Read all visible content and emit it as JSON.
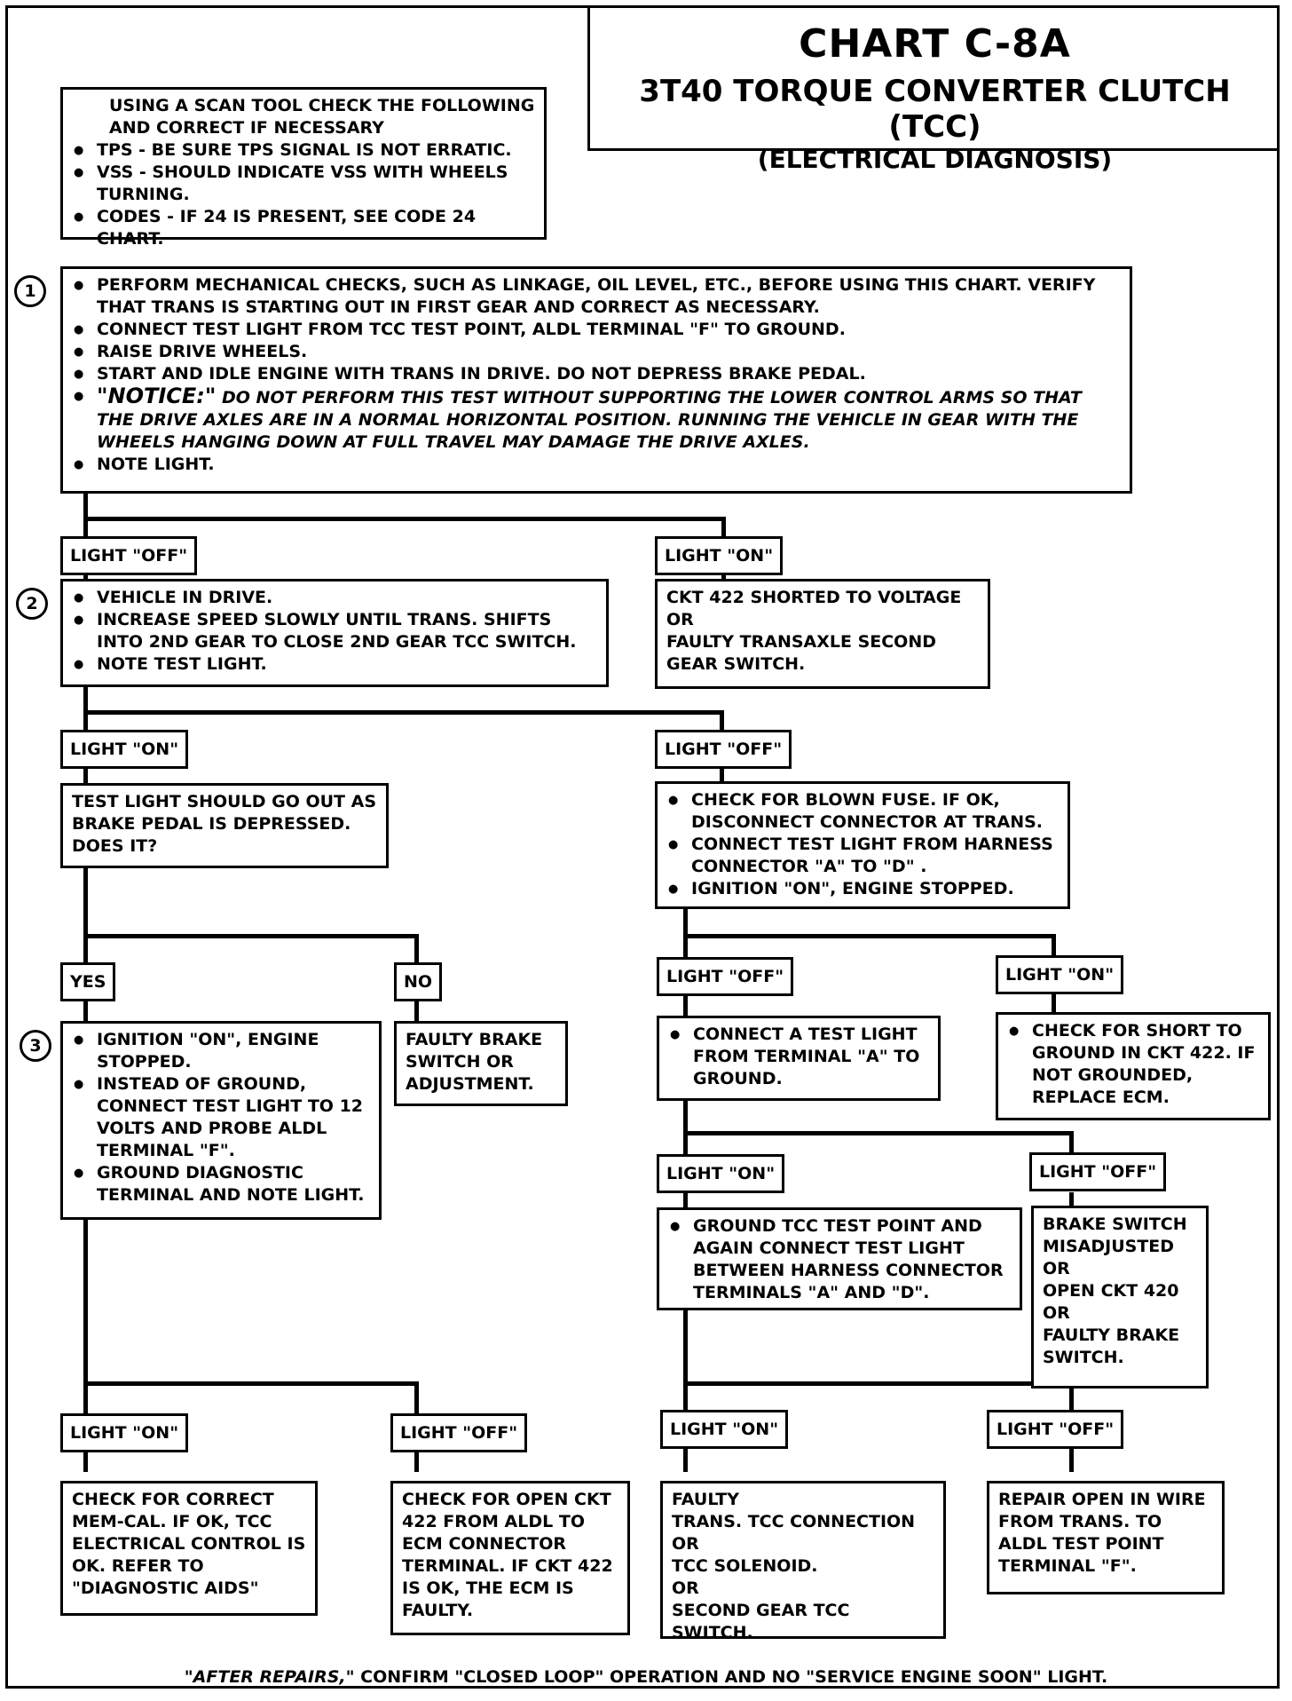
{
  "title": {
    "chart": "CHART C-8A",
    "line1": "3T40 TORQUE CONVERTER CLUTCH (TCC)",
    "line2": "(ELECTRICAL DIAGNOSIS)"
  },
  "intro": {
    "header": "USING A SCAN TOOL CHECK THE FOLLOWING AND CORRECT IF NECESSARY",
    "items": [
      "TPS - BE SURE TPS SIGNAL IS NOT ERRATIC.",
      "VSS - SHOULD INDICATE VSS WITH WHEELS TURNING.",
      "CODES - IF 24 IS PRESENT, SEE CODE 24 CHART."
    ]
  },
  "step1": {
    "num": "1",
    "items": [
      "PERFORM MECHANICAL CHECKS, SUCH AS LINKAGE, OIL LEVEL, ETC., BEFORE USING THIS CHART.  VERIFY THAT TRANS IS STARTING OUT IN FIRST GEAR AND CORRECT AS NECESSARY.",
      "CONNECT TEST LIGHT FROM TCC TEST POINT, ALDL TERMINAL \"F\" TO GROUND.",
      "RAISE DRIVE WHEELS.",
      "START AND IDLE ENGINE WITH TRANS IN DRIVE.  DO NOT DEPRESS BRAKE PEDAL."
    ],
    "notice_head": "\"NOTICE:\"",
    "notice_text": " DO NOT PERFORM THIS TEST WITHOUT SUPPORTING THE LOWER CONTROL ARMS SO THAT THE DRIVE AXLES ARE IN A NORMAL HORIZONTAL POSITION.  RUNNING THE  VEHICLE IN GEAR WITH THE WHEELS HANGING DOWN AT FULL TRAVEL MAY DAMAGE THE DRIVE AXLES.",
    "last": "NOTE LIGHT."
  },
  "labels": {
    "l1_off": "LIGHT \"OFF\"",
    "l1_on": "LIGHT \"ON\"",
    "l2_on": "LIGHT \"ON\"",
    "l2_off": "LIGHT \"OFF\"",
    "yes": "YES",
    "no": "NO",
    "r3_off": "LIGHT \"OFF\"",
    "r3_on": "LIGHT \"ON\"",
    "r4_on": "LIGHT \"ON\"",
    "r4_off": "LIGHT \"OFF\"",
    "b_l_on": "LIGHT \"ON\"",
    "b_l_off": "LIGHT \"OFF\"",
    "b_r_on": "LIGHT \"ON\"",
    "b_r_off": "LIGHT \"OFF\""
  },
  "step2": {
    "num": "2",
    "items": [
      "VEHICLE IN DRIVE.",
      "INCREASE SPEED SLOWLY UNTIL TRANS. SHIFTS INTO 2ND GEAR TO CLOSE 2ND GEAR  TCC SWITCH.",
      "NOTE TEST LIGHT."
    ]
  },
  "ckt422_shorted": "CKT 422 SHORTED TO VOLTAGE\nOR\nFAULTY TRANSAXLE SECOND GEAR SWITCH.",
  "brake_question": "TEST LIGHT SHOULD GO OUT AS BRAKE PEDAL IS DEPRESSED. DOES IT?",
  "blown_fuse": {
    "items": [
      "CHECK FOR BLOWN FUSE. IF OK, DISCONNECT CONNECTOR AT TRANS.",
      "CONNECT TEST LIGHT FROM HARNESS CONNECTOR \"A\" TO \"D\" .",
      "IGNITION \"ON\",  ENGINE STOPPED."
    ]
  },
  "step3": {
    "num": "3",
    "items": [
      "IGNITION \"ON\", ENGINE STOPPED.",
      "INSTEAD OF GROUND, CONNECT TEST LIGHT TO 12 VOLTS AND PROBE ALDL TERMINAL \"F\".",
      "GROUND DIAGNOSTIC TERMINAL AND NOTE LIGHT."
    ]
  },
  "faulty_brake": "FAULTY BRAKE SWITCH OR ADJUSTMENT.",
  "connect_test_light": "CONNECT A TEST LIGHT FROM TERMINAL  \"A\" TO GROUND.",
  "check_short": "CHECK FOR SHORT TO GROUND IN CKT 422. IF NOT GROUNDED, REPLACE ECM.",
  "ground_tcc": "GROUND TCC TEST POINT AND AGAIN CONNECT TEST LIGHT BETWEEN HARNESS CONNECTOR TERMINALS \"A\" AND \"D\".",
  "brake_misadjusted": "BRAKE SWITCH MISADJUSTED\nOR\nOPEN CKT 420\nOR\nFAULTY BRAKE SWITCH.",
  "results": {
    "memcal": "CHECK FOR CORRECT MEM-CAL.  IF OK,  TCC ELECTRICAL CONTROL IS OK.  REFER TO \"DIAGNOSTIC AIDS\"",
    "open_ckt": "CHECK FOR OPEN CKT 422 FROM ALDL TO ECM CONNECTOR TERMINAL.  IF CKT 422 IS OK, THE ECM IS FAULTY.",
    "faulty_trans": "FAULTY\nTRANS. TCC CONNECTION\nOR\nTCC SOLENOID.\nOR\nSECOND GEAR TCC SWITCH.",
    "repair_open": "REPAIR OPEN IN WIRE FROM TRANS. TO ALDL TEST POINT TERMINAL \"F\"."
  },
  "footer": {
    "emph": "\"AFTER REPAIRS,\"",
    "rest": " CONFIRM \"CLOSED LOOP\" OPERATION AND NO \"SERVICE ENGINE SOON\" LIGHT."
  }
}
